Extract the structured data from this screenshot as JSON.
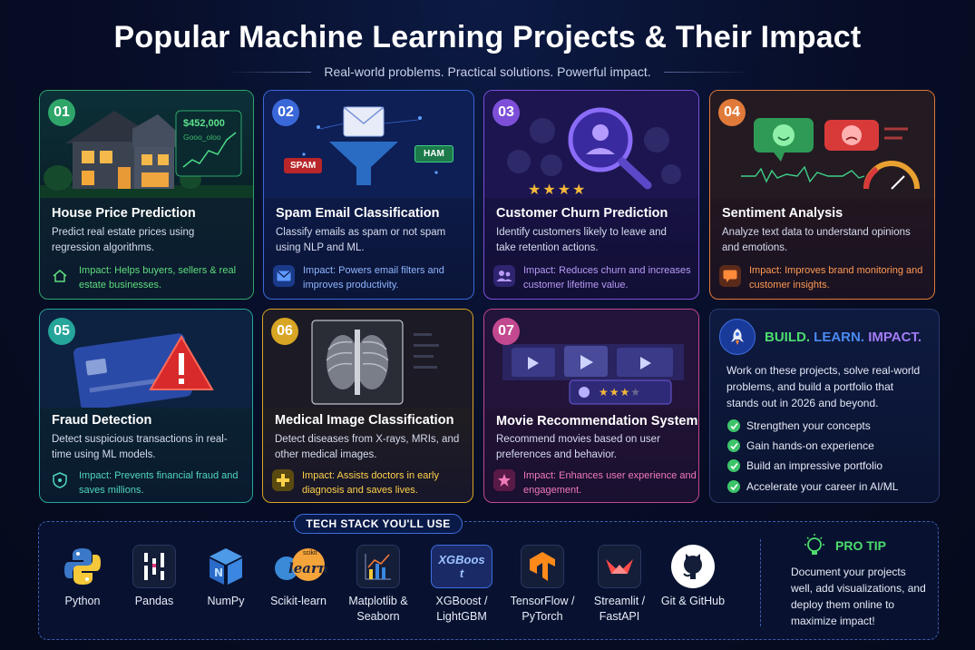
{
  "header": {
    "title": "Popular Machine Learning Projects & Their Impact",
    "subtitle": "Real-world problems. Practical solutions. Powerful impact."
  },
  "projects": [
    {
      "number": "01",
      "title": "House Price Prediction",
      "description": "Predict real estate prices using regression algorithms.",
      "impact": "Impact: Helps buyers, sellers & real estate businesses.",
      "art_text": "$452,000",
      "art_subtext": "Gooo_oloo",
      "icon": "house-icon",
      "accent": "#2fa56a",
      "impact_color": "#5fdc7e"
    },
    {
      "number": "02",
      "title": "Spam Email Classification",
      "description": "Classify emails as spam or not spam using NLP and ML.",
      "impact": "Impact: Powers email filters and improves productivity.",
      "art_spam": "SPAM",
      "art_ham": "HAM",
      "icon": "envelope-icon",
      "accent": "#3a68d8",
      "impact_color": "#8fb6ff"
    },
    {
      "number": "03",
      "title": "Customer Churn Prediction",
      "description": "Identify customers likely to leave and take retention actions.",
      "impact": "Impact: Reduces churn and increases customer lifetime value.",
      "rating": 4,
      "icon": "users-icon",
      "accent": "#7d4fd8",
      "impact_color": "#b89af5"
    },
    {
      "number": "04",
      "title": "Sentiment Analysis",
      "description": "Analyze text data to understand opinions and emotions.",
      "impact": "Impact: Improves brand monitoring and customer insights.",
      "icon": "chat-icon",
      "accent": "#e07a3a",
      "impact_color": "#ff9a52"
    },
    {
      "number": "05",
      "title": "Fraud Detection",
      "description": "Detect suspicious transactions in real-time using ML models.",
      "impact": "Impact: Prevents financial fraud and saves millions.",
      "icon": "shield-icon",
      "accent": "#26a59a",
      "impact_color": "#4fd6c2"
    },
    {
      "number": "06",
      "title": "Medical Image Classification",
      "description": "Detect diseases from X-rays, MRIs, and other medical images.",
      "impact": "Impact: Assists doctors in early diagnosis and saves lives.",
      "icon": "medical-cross-icon",
      "accent": "#d9a524",
      "impact_color": "#ffd24a"
    },
    {
      "number": "07",
      "title": "Movie Recommendation System",
      "description": "Recommend movies based on user preferences and behavior.",
      "impact": "Impact: Enhances user experience and engagement.",
      "rating": 3,
      "icon": "star-icon",
      "accent": "#c2488f",
      "impact_color": "#f07ab8"
    }
  ],
  "build": {
    "title_a": "BUILD.",
    "title_b": "LEARN.",
    "title_c": "IMPACT.",
    "text": "Work on these projects, solve real-world problems, and build a portfolio that stands out in 2026 and beyond.",
    "checks": [
      "Strengthen your concepts",
      "Gain hands-on experience",
      "Build an impressive portfolio",
      "Accelerate your career in AI/ML"
    ]
  },
  "tech": {
    "label": "TECH STACK YOU'LL USE",
    "tools": [
      {
        "name": "Python",
        "logo": "python-logo"
      },
      {
        "name": "Pandas",
        "logo": "pandas-logo"
      },
      {
        "name": "NumPy",
        "logo": "numpy-logo"
      },
      {
        "name": "Scikit-learn",
        "logo": "scikit-learn-logo",
        "logo_text": "learn",
        "logo_small": "scikit"
      },
      {
        "name": "Matplotlib & Seaborn",
        "logo": "matplotlib-logo"
      },
      {
        "name": "XGBoost / LightGBM",
        "logo": "xgboost-logo",
        "logo_text": "XGBoost"
      },
      {
        "name": "TensorFlow / PyTorch",
        "logo": "tensorflow-logo"
      },
      {
        "name": "Streamlit / FastAPI",
        "logo": "streamlit-logo"
      },
      {
        "name": "Git & GitHub",
        "logo": "github-logo"
      }
    ]
  },
  "pro_tip": {
    "title": "PRO TIP",
    "text": "Document your projects well, add visualizations, and deploy them online to maximize impact!"
  },
  "colors": {
    "background": "#070d26",
    "green": "#3dc46a",
    "blue": "#3d6ee0",
    "purple": "#9a6df0"
  }
}
